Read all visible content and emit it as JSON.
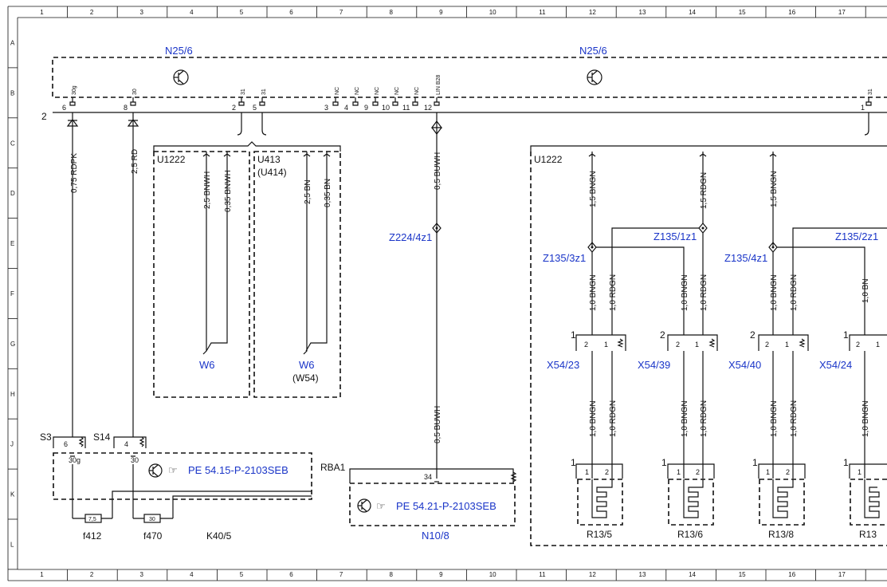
{
  "grid": {
    "columns": [
      "1",
      "2",
      "3",
      "4",
      "5",
      "6",
      "7",
      "8",
      "9",
      "10",
      "11",
      "12",
      "13",
      "14",
      "15",
      "16",
      "17"
    ],
    "rows": [
      "A",
      "B",
      "C",
      "D",
      "E",
      "F",
      "G",
      "H",
      "J",
      "K",
      "L"
    ]
  },
  "components": {
    "control_unit_left": "N25/6",
    "control_unit_right": "N25/6",
    "connector_u1222_left": "U1222",
    "connector_u413": "U413",
    "connector_u414": "(U414)",
    "connector_u1222_right": "U1222",
    "ground_w6_a": "W6",
    "ground_w6_b": "W6",
    "ground_w54": "(W54)",
    "splice_z224": "Z224/4z1",
    "splice_z135_1": "Z135/1z1",
    "splice_z135_3": "Z135/3z1",
    "splice_z135_4": "Z135/4z1",
    "splice_z135_2": "Z135/2z1",
    "conn_x54_23": "X54/23",
    "conn_x54_39": "X54/39",
    "conn_x54_40": "X54/40",
    "conn_x54_24": "X54/24",
    "heater_r13_5": "R13/5",
    "heater_r13_6": "R13/6",
    "heater_r13_8": "R13/8",
    "heater_r13_cut": "R13",
    "fuse_box": "K40/5",
    "fuse_f412": "f412",
    "fuse_f470": "f470",
    "fuse_f412_val": "7,5",
    "fuse_f470_val": "30",
    "module_n10": "N10/8",
    "rba": "RBA1",
    "s3": "S3",
    "s14": "S14"
  },
  "references": {
    "ref_k40": "PE 54.15-P-2103SEB",
    "ref_n10": "PE 54.21-P-2103SEB"
  },
  "pins": {
    "n25_left": [
      "6",
      "8",
      "2",
      "5",
      "3",
      "4",
      "9",
      "10",
      "11",
      "12"
    ],
    "n25_right": [
      "1"
    ],
    "n25_labels": [
      "30g",
      "30",
      "31",
      "31",
      "NC",
      "NC",
      "NC",
      "NC",
      "NC",
      "LIN B28",
      "31"
    ],
    "plug": "2",
    "k40_pins": [
      "6",
      "4"
    ],
    "k40_pin_labels": [
      "30g",
      "30"
    ],
    "n10_pin": "34",
    "x54_pins": [
      "2",
      "1"
    ],
    "x54_markers": [
      "1",
      "2",
      "2",
      "1"
    ],
    "r13_pins": [
      "1",
      "2"
    ],
    "r13_markers": [
      "1",
      "1",
      "1",
      "1"
    ]
  },
  "wires": {
    "w_rdpk": "0,75 RDPK",
    "w_rd": "2,5 RD",
    "w_bnwh1": "2,5 BNWH",
    "w_bnwh2": "0,35 BNWH",
    "w_bn1": "2,5 BN",
    "w_bn2": "0,35 BN",
    "w_buwh1": "0,5 BUWH",
    "w_buwh2": "0,5 BUWH",
    "w_bngn_15a": "1,5 BNGN",
    "w_rdgn_15": "1,5 RDGN",
    "w_bngn_15b": "1,5 BNGN",
    "w_bngn_10": "1,0 BNGN",
    "w_rdgn_10": "1,0 RDGN",
    "w_bn_10": "1,0 BN"
  }
}
